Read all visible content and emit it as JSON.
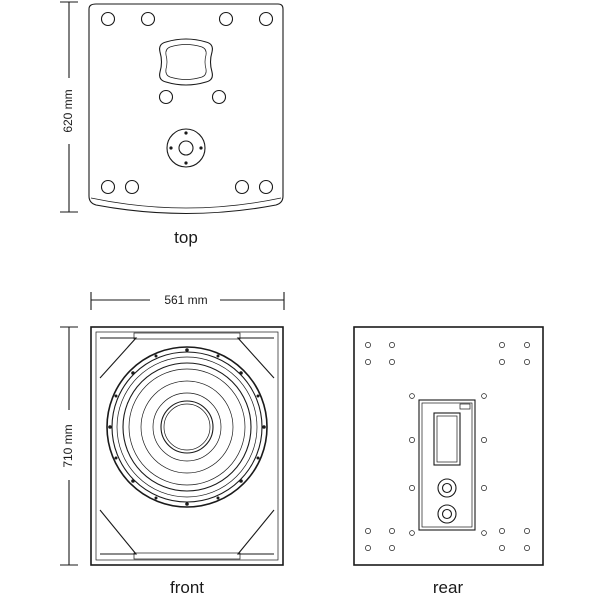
{
  "views": {
    "top": {
      "label": "top"
    },
    "front": {
      "label": "front"
    },
    "rear": {
      "label": "rear"
    }
  },
  "dimensions": {
    "depth": "620 mm",
    "width": "561 mm",
    "height": "710 mm"
  }
}
